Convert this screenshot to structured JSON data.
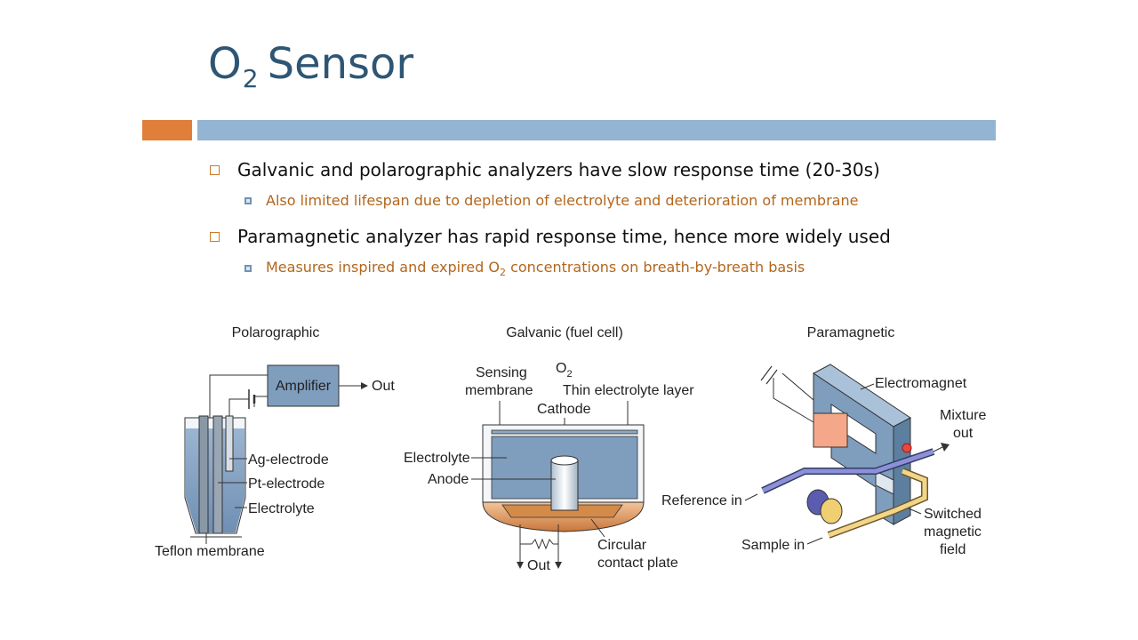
{
  "title": {
    "main": "O",
    "sub": "2",
    "rest": "Sensor"
  },
  "bullets": [
    {
      "text": "Galvanic and polarographic analyzers have slow response time (20-30s)",
      "sub": "Also limited lifespan due to depletion of electrolyte and deterioration of membrane"
    },
    {
      "text": "Paramagnetic analyzer has rapid response time, hence more widely used",
      "sub_pre": "Measures inspired and expired O",
      "sub_subscript": "2",
      "sub_post": " concentrations on breath-by-breath basis"
    }
  ],
  "diagrams": {
    "polarographic": {
      "heading": "Polarographic",
      "amplifier": "Amplifier",
      "out": "Out",
      "ag": "Ag-electrode",
      "pt": "Pt-electrode",
      "electrolyte": "Electrolyte",
      "teflon": "Teflon membrane"
    },
    "galvanic": {
      "heading": "Galvanic (fuel cell)",
      "o2_pre": "O",
      "o2_sub": "2",
      "sensing1": "Sensing",
      "sensing2": "membrane",
      "thin": "Thin electrolyte layer",
      "cathode": "Cathode",
      "electrolyte": "Electrolyte",
      "anode": "Anode",
      "out": "Out",
      "contact1": "Circular",
      "contact2": "contact plate"
    },
    "paramagnetic": {
      "heading": "Paramagnetic",
      "electromagnet": "Electromagnet",
      "mixture1": "Mixture",
      "mixture2": "out",
      "reference": "Reference in",
      "sample": "Sample in",
      "switched1": "Switched",
      "switched2": "magnetic",
      "switched3": "field"
    }
  },
  "colors": {
    "title": "#2e5674",
    "accent_orange": "#e07f3a",
    "accent_blue": "#93b4d3",
    "sub_text": "#b3661c"
  }
}
